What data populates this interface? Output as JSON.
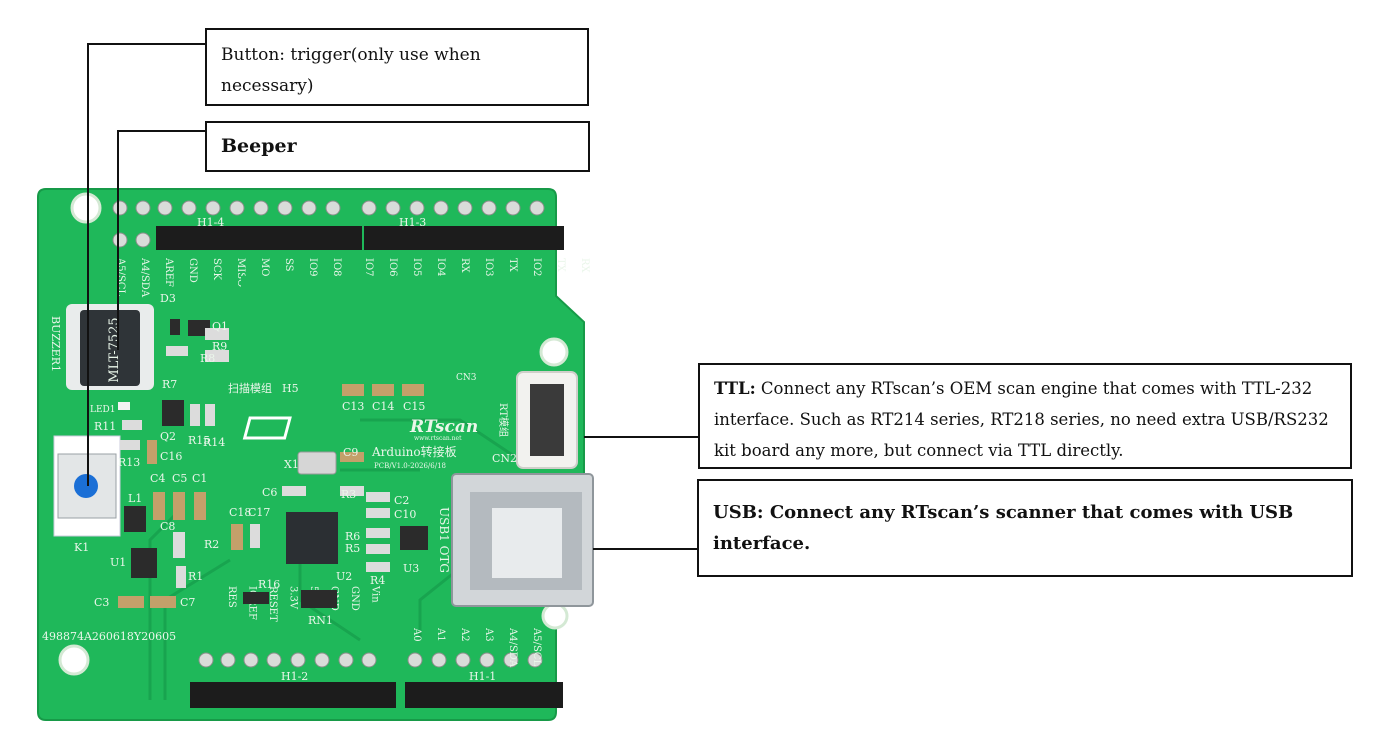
{
  "callouts": {
    "button": {
      "text": "Button: trigger(only use when necessary)"
    },
    "beeper": {
      "text": "Beeper"
    },
    "ttl": {
      "label": "TTL:",
      "text": " Connect any RTscan’s OEM scan engine that comes with TTL-232 interface. Such as RT214 series, RT218 series, no need extra USB/RS232 kit board any more, but connect via TTL directly."
    },
    "usb": {
      "label": "USB:",
      "text": " Connect any RTscan’s scanner that comes with USB interface."
    }
  },
  "board": {
    "brand": "RTscan",
    "website": "www.rtscan.net",
    "subtitle": "Arduino转接板",
    "pcb_version": "PCB/V1.0-2026/6/18",
    "serial": "498874A260618Y20605",
    "buzzer_label": "BUZZER1",
    "buzzer_part": "MLT-7525",
    "header_top_left": "H1-4",
    "header_top_right": "H1-3",
    "header_bottom_left": "H1-2",
    "header_bottom_right": "H1-1",
    "top_pins_left": [
      "A5/SCL",
      "A4/SDA",
      "AREF",
      "GND",
      "SCK",
      "MISO",
      "MOSI",
      "SS",
      "IO9",
      "IO8"
    ],
    "top_pins_right": [
      "IO7",
      "IO6",
      "IO5",
      "IO4",
      "RX",
      "IO3",
      "TX",
      "IO2",
      "TX",
      "RX"
    ],
    "bottom_pins_left": [
      "RES",
      "IOREF",
      "RESET",
      "3.3V",
      "5V",
      "GND",
      "GND",
      "Vin"
    ],
    "bottom_pins_right": [
      "A0",
      "A1",
      "A2",
      "A3",
      "A4/SDA",
      "A5/SCL"
    ],
    "usb_label": "USB1 OTG",
    "cn_label": "CN2",
    "cn3_label": "CN3",
    "rt_module": "RT模组",
    "scan_module": "扫描模组",
    "h5_label": "H5",
    "k1_label": "K1",
    "led_label": "LED1",
    "components": [
      "D3",
      "Q1",
      "R9",
      "R8",
      "R7",
      "R11",
      "R13",
      "Q2",
      "R15",
      "R14",
      "C16",
      "C13",
      "C14",
      "C15",
      "X1",
      "C9",
      "C6",
      "R3",
      "C4",
      "C5",
      "C1",
      "L1",
      "C18",
      "C17",
      "C8",
      "R2",
      "R1",
      "U1",
      "C3",
      "C7",
      "R16",
      "RN1",
      "U2",
      "R6",
      "R5",
      "R4",
      "C2",
      "C10",
      "U3"
    ]
  },
  "colors": {
    "pcb": "#1fb85a",
    "pcb_edge": "#179a48",
    "connector": "#c5c9cc",
    "header": "#1c1c1c"
  }
}
